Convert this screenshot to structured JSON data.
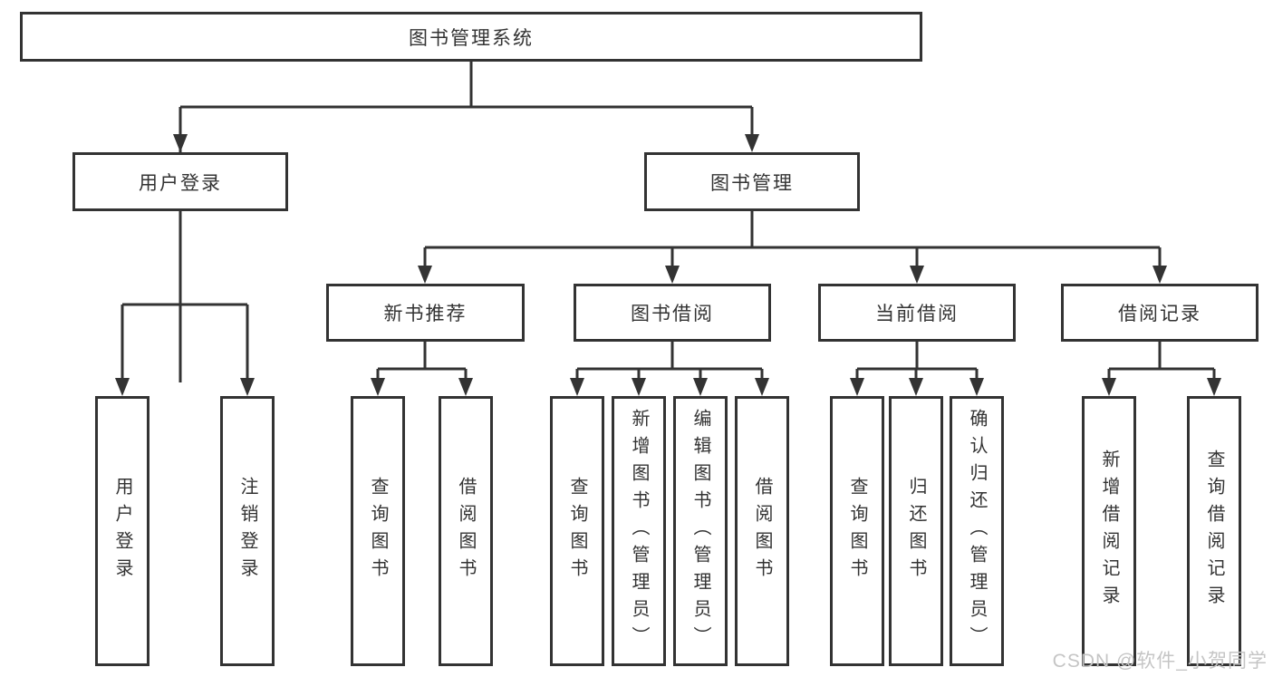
{
  "diagram": {
    "root": {
      "label": "图书管理系统"
    },
    "branches": [
      {
        "label": "用户登录",
        "children": [
          {
            "label": "用户登录"
          },
          {
            "label": "注销登录"
          }
        ]
      },
      {
        "label": "图书管理",
        "children": [
          {
            "label": "新书推荐",
            "children": [
              {
                "label": "查询图书"
              },
              {
                "label": "借阅图书"
              }
            ]
          },
          {
            "label": "图书借阅",
            "children": [
              {
                "label": "查询图书"
              },
              {
                "label": "新增图书（管理员）"
              },
              {
                "label": "编辑图书（管理员）"
              },
              {
                "label": "借阅图书"
              }
            ]
          },
          {
            "label": "当前借阅",
            "children": [
              {
                "label": "查询图书"
              },
              {
                "label": "归还图书"
              },
              {
                "label": "确认归还（管理员）"
              }
            ]
          },
          {
            "label": "借阅记录",
            "children": [
              {
                "label": "新增借阅记录"
              },
              {
                "label": "查询借阅记录"
              }
            ]
          }
        ]
      }
    ],
    "watermark": "CSDN @软件_小贺同学",
    "colors": {
      "line": "#333333",
      "box_border": "#333333",
      "box_background": "#ffffff",
      "text": "#333333",
      "watermark_text": "#c5c5c5",
      "page_background": "#ffffff"
    }
  }
}
